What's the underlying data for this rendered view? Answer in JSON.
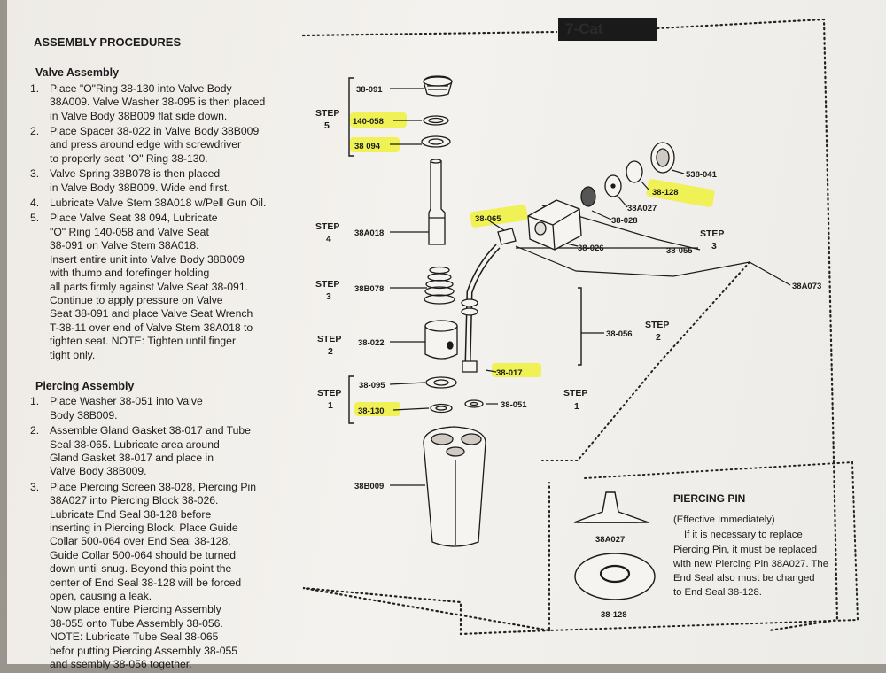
{
  "header": {
    "tab_text": "7-Cat"
  },
  "procedures": {
    "title": "ASSEMBLY PROCEDURES",
    "valve_heading": "Valve Assembly",
    "valve_steps": [
      {
        "num": "1.",
        "text": "Place \"O\"Ring 38-130 into Valve Body\n38A009. Valve Washer 38-095 is then placed\nin Valve Body 38B009 flat side down."
      },
      {
        "num": "2.",
        "text": "Place Spacer 38-022 in Valve Body 38B009\nand press around edge with screwdriver\nto properly seat \"O\" Ring 38-130."
      },
      {
        "num": "3.",
        "text": "Valve Spring 38B078 is then placed\nin Valve Body 38B009. Wide end first."
      },
      {
        "num": "4.",
        "text": "Lubricate Valve Stem 38A018 w/Pell Gun Oil."
      },
      {
        "num": "5.",
        "text": "Place Valve Seat 38  094, Lubricate\n\"O\" Ring 140-058 and Valve Seat\n38-091 on Valve Stem 38A018.\nInsert entire unit into Valve Body 38B009\nwith thumb and forefinger holding\nall parts firmly against Valve Seat 38-091.\nContinue to apply pressure on Valve\nSeat 38-091 and place Valve Seat Wrench\nT-38-11 over end of Valve Stem 38A018 to\ntighten seat.  NOTE: Tighten until finger\ntight only."
      }
    ],
    "piercing_heading": "Piercing Assembly",
    "piercing_steps": [
      {
        "num": "1.",
        "text": "Place Washer 38-051 into Valve\nBody 38B009."
      },
      {
        "num": "2.",
        "text": "Assemble Gland Gasket 38-017 and Tube\nSeal 38-065. Lubricate area around\nGland Gasket 38-017 and place in\nValve Body 38B009."
      },
      {
        "num": "3.",
        "text": "Place Piercing Screen 38-028, Piercing Pin\n38A027 into Piercing Block 38-026.\nLubricate End Seal 38-128 before\ninserting in Piercing Block. Place Guide\nCollar 500-064 over End Seal 38-128.\nGuide Collar 500-064 should be turned\ndown until snug. Beyond this point the\ncenter of End Seal 38-128 will be forced\nopen, causing a leak.\nNow place entire Piercing Assembly\n38-055 onto Tube Assembly 38-056.\nNOTE: Lubricate Tube Seal 38-065\nbefor  putting Piercing Assembly 38-055\nand        ssembly 38-056 together."
      }
    ]
  },
  "diagram": {
    "labels": {
      "p38_091": "38-091",
      "p140_058": "140-058",
      "p38_094": "38  094",
      "p38A018": "38A018",
      "p38B078": "38B078",
      "p38_022": "38-022",
      "p38_095": "38-095",
      "p38_130": "38-130",
      "p38_051": "38-051",
      "p38B009": "38B009",
      "p38_065": "38-065",
      "p38_017": "38-017",
      "p38_056": "38-056",
      "p38_026": "38-026",
      "p38_028": "38-028",
      "p38A027": "38A027",
      "p38_128": "38-128",
      "p538_041": "538-041",
      "p38_055": "38-055",
      "p38A073": "38A073"
    },
    "steps": {
      "step": "STEP",
      "s5": "5",
      "s4": "4",
      "s3": "3",
      "s2": "2",
      "s1": "1",
      "r3": "3",
      "r2": "2",
      "r1": "1"
    },
    "highlight_color": "#eef13a"
  },
  "piercing_pin": {
    "title": "PIERCING PIN",
    "line1": "(Effective Immediately)",
    "line2": "If it is necessary to replace",
    "line3": "Piercing Pin, it must be replaced",
    "line4": "with new Piercing Pin 38A027. The",
    "line5": "End Seal also must be changed",
    "line6": "to End Seal 38-128.",
    "pin_label": "38A027",
    "seal_label": "38-128"
  }
}
